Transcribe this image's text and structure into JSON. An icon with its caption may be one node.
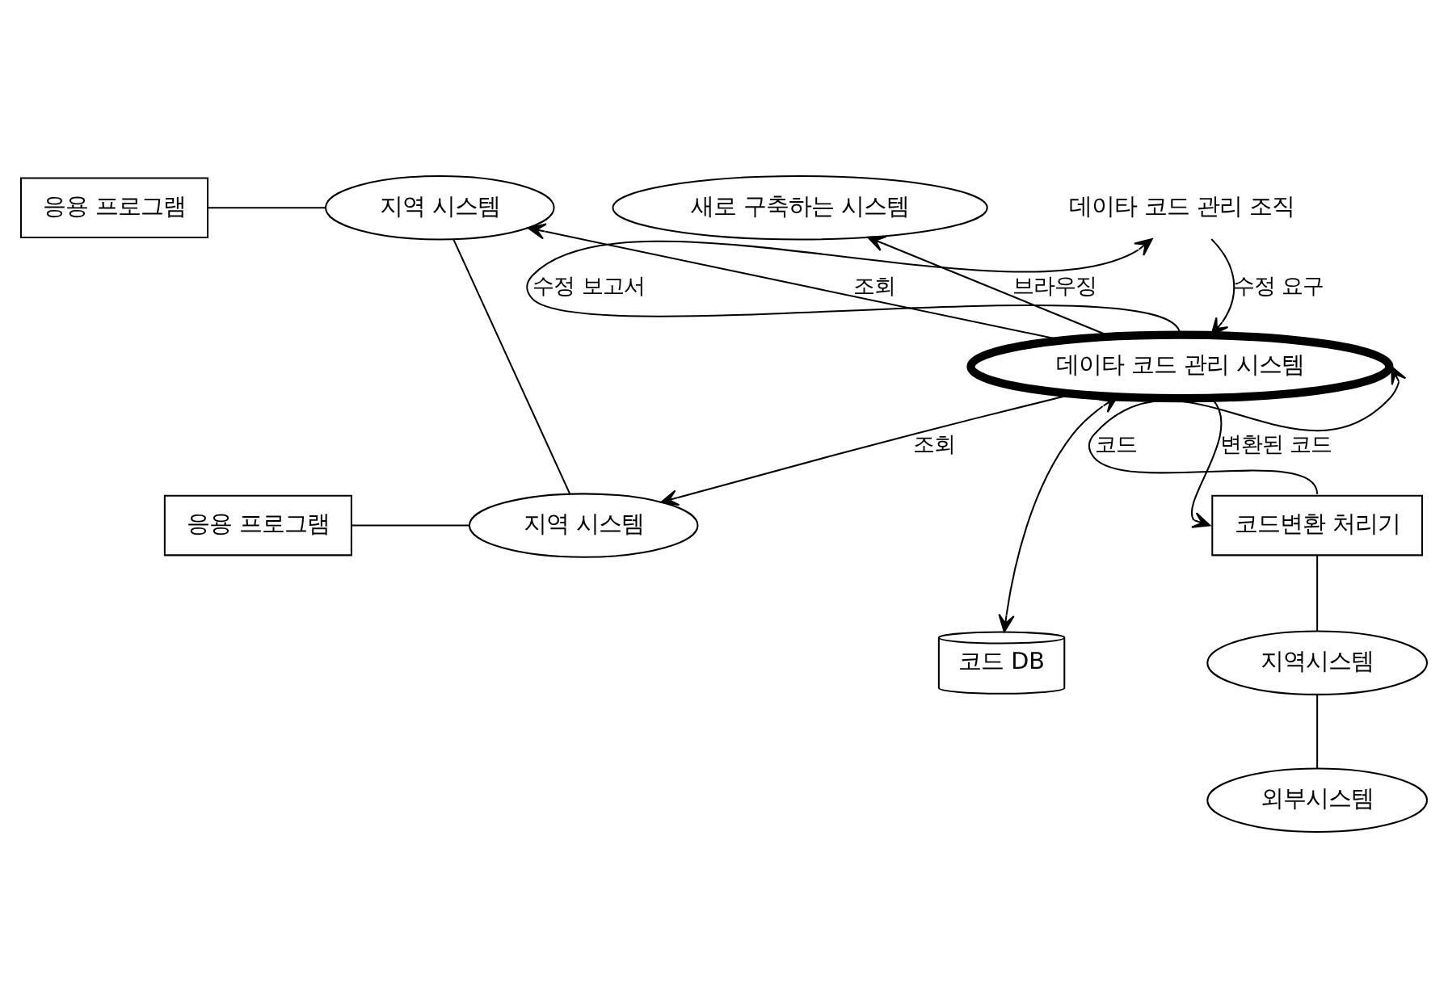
{
  "diagram": {
    "nodes": [
      {
        "text": [
          "데이타 코드 관리 조직"
        ]
      },
      {
        "text": [
          "응용 프로그램"
        ]
      },
      {
        "text": [
          "지역 시스템"
        ]
      },
      {
        "text": [
          "새로 구축하는 시스템"
        ]
      },
      {
        "text": [
          "데이타 코드 관리 시스템"
        ]
      },
      {
        "text": [
          "응용 프로그램"
        ]
      },
      {
        "text": [
          "지역 시스템"
        ]
      },
      {
        "text": [
          "코드변환 처리기"
        ]
      },
      {
        "text": [
          "코드 DB"
        ]
      },
      {
        "text": [
          "지역시스템"
        ]
      },
      {
        "text": [
          "외부시스템"
        ]
      }
    ],
    "edges": [
      {
        "from": 4,
        "to": 0,
        "arrow": "to",
        "label": "수정 보고서"
      },
      {
        "from": 0,
        "to": 4,
        "arrow": "to",
        "label": "수정 요구"
      },
      {
        "from": 4,
        "to": 2,
        "arrow": "to",
        "label": "조회"
      },
      {
        "from": 4,
        "to": 3,
        "arrow": "to",
        "label": "브라우징"
      },
      {
        "from": 4,
        "to": 6,
        "arrow": "to",
        "label": "조회"
      },
      {
        "from": 4,
        "to": 8,
        "arrow": "both"
      },
      {
        "from": 7,
        "to": 4,
        "arrow": "to",
        "label": "코드"
      },
      {
        "from": 4,
        "to": 7,
        "arrow": "to",
        "label": "변환된 코드"
      },
      {
        "from": 1,
        "to": 2,
        "arrow": "none"
      },
      {
        "from": 5,
        "to": 6,
        "arrow": "none"
      },
      {
        "from": 2,
        "to": 6,
        "arrow": "none"
      },
      {
        "from": 7,
        "to": 9,
        "arrow": "none"
      },
      {
        "from": 9,
        "to": 10,
        "arrow": "none"
      }
    ]
  }
}
